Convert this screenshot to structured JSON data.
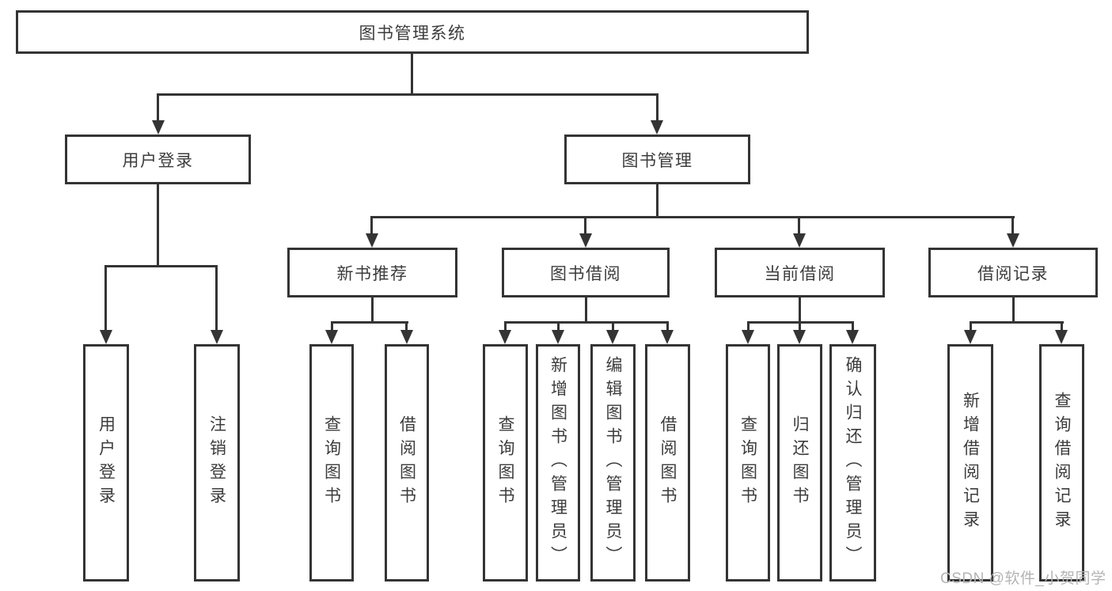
{
  "diagram": {
    "root": {
      "label": "图书管理系统"
    },
    "user_login": {
      "label": "用户登录",
      "children": [
        {
          "label": "用户登录"
        },
        {
          "label": "注销登录"
        }
      ]
    },
    "book_mgmt": {
      "label": "图书管理"
    },
    "new_book": {
      "label": "新书推荐",
      "children": [
        {
          "label": "查询图书"
        },
        {
          "label": "借阅图书"
        }
      ]
    },
    "borrow": {
      "label": "图书借阅",
      "children": [
        {
          "label": "查询图书"
        },
        {
          "label": "新增图书（管理员）"
        },
        {
          "label": "编辑图书（管理员）"
        },
        {
          "label": "借阅图书"
        }
      ]
    },
    "current": {
      "label": "当前借阅",
      "children": [
        {
          "label": "查询图书"
        },
        {
          "label": "归还图书"
        },
        {
          "label": "确认归还（管理员）"
        }
      ]
    },
    "records": {
      "label": "借阅记录",
      "children": [
        {
          "label": "新增借阅记录"
        },
        {
          "label": "查询借阅记录"
        }
      ]
    },
    "line_color": "#343434"
  },
  "watermark": "CSDN @软件_小贺同学"
}
